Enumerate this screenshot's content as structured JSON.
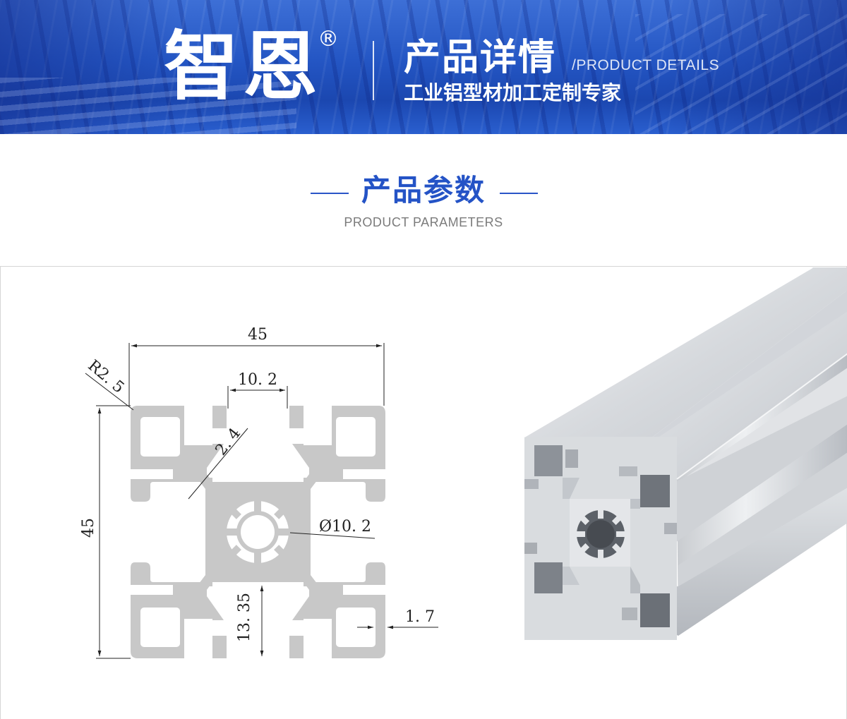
{
  "header": {
    "brand_name": "智恩",
    "registered_mark": "®",
    "title_cn": "产品详情",
    "title_en": "/PRODUCT DETAILS",
    "slogan": "工业铝型材加工定制专家"
  },
  "section": {
    "title_cn": "产品参数",
    "title_en": "PRODUCT PARAMETERS"
  },
  "drawing": {
    "width_label": "45",
    "height_label": "45",
    "slot_label": "10. 2",
    "radius_label": "R2. 5",
    "wall_label": "2. 4",
    "bore_label": "Ø10. 2",
    "offset_label": "13. 35",
    "thickness_label": "1. 7"
  },
  "colors": {
    "banner_blue": "#2456c4",
    "accent_blue": "#2453c6",
    "profile_gray": "#c8c8c8"
  }
}
